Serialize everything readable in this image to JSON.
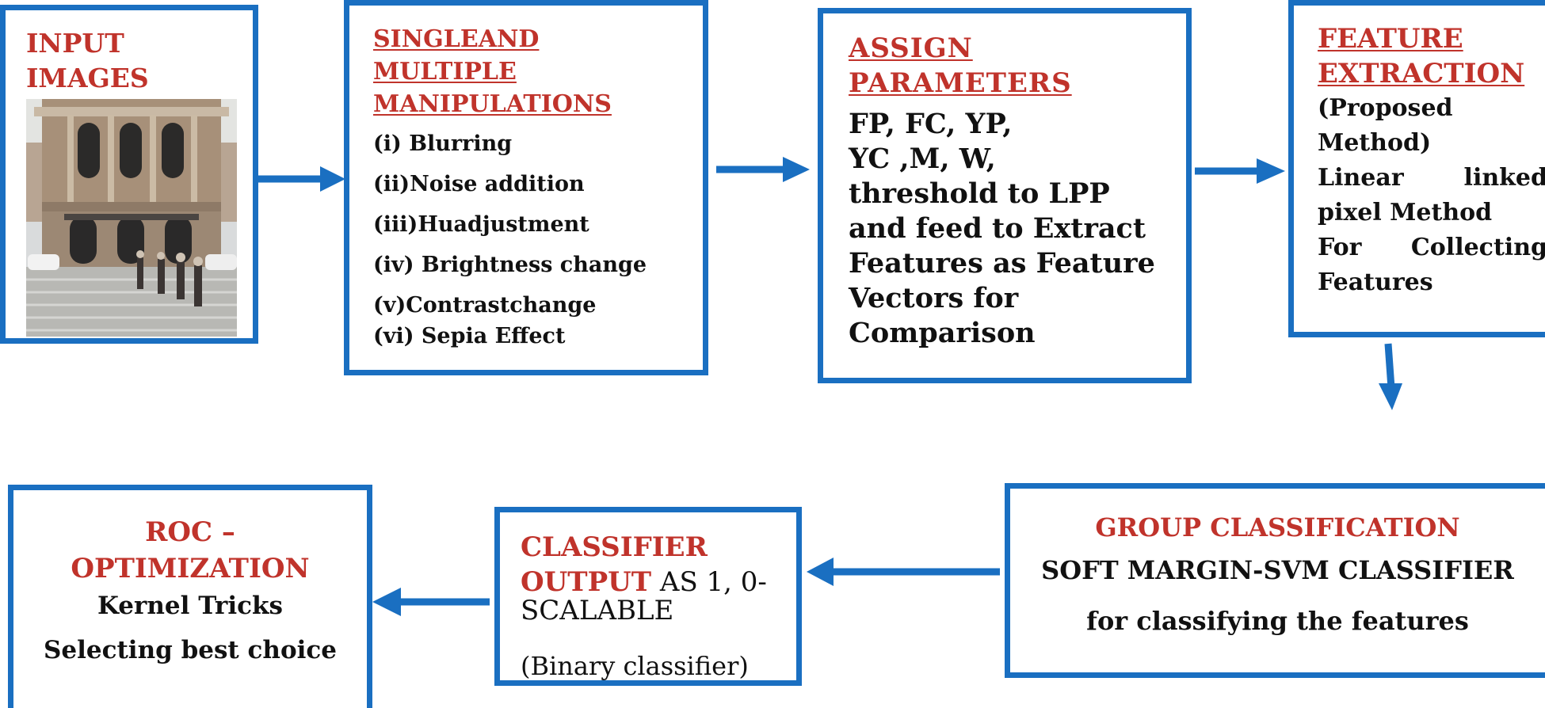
{
  "boxes": {
    "input": {
      "title_lines": [
        "INPUT",
        "IMAGES"
      ]
    },
    "manipulations": {
      "title_lines": [
        "SINGLEAND",
        "MULTIPLE",
        "MANIPULATIONS"
      ],
      "items": [
        "(i) Blurring",
        "(ii)Noise addition",
        "(iii)Huadjustment",
        "(iv) Brightness change",
        "(v)Contrastchange",
        "(vi) Sepia Effect"
      ]
    },
    "assign": {
      "title_lines": [
        "ASSIGN",
        "PARAMETERS"
      ],
      "body_lines": [
        "FP, FC, YP,",
        "YC ,M, W,",
        "threshold to LPP",
        "and feed to Extract",
        "Features as Feature",
        "Vectors for",
        "Comparison"
      ]
    },
    "feature": {
      "title_lines": [
        "FEATURE",
        "EXTRACTION"
      ],
      "body_lines": [
        "(Proposed",
        "Method)",
        "Linear linked",
        "pixel Method",
        "For Collecting",
        "Features"
      ]
    },
    "group": {
      "title": "GROUP CLASSIFICATION",
      "line1": "SOFT MARGIN-SVM CLASSIFIER",
      "line2": "for classifying the features"
    },
    "classifier": {
      "title_line1_red": "CLASSIFIER",
      "title_line2_red": "OUTPUT",
      "title_line2_black": " AS 1, 0-",
      "line3": "SCALABLE",
      "line4": "(Binary classifier)"
    },
    "roc": {
      "title_lines": [
        "ROC –",
        "OPTIMIZATION"
      ],
      "line1": "Kernel Tricks",
      "line2": "Selecting best choice"
    }
  },
  "colors": {
    "border": "#1a6fc1",
    "title_red": "#c0332b",
    "arrow": "#1a6fc1"
  }
}
